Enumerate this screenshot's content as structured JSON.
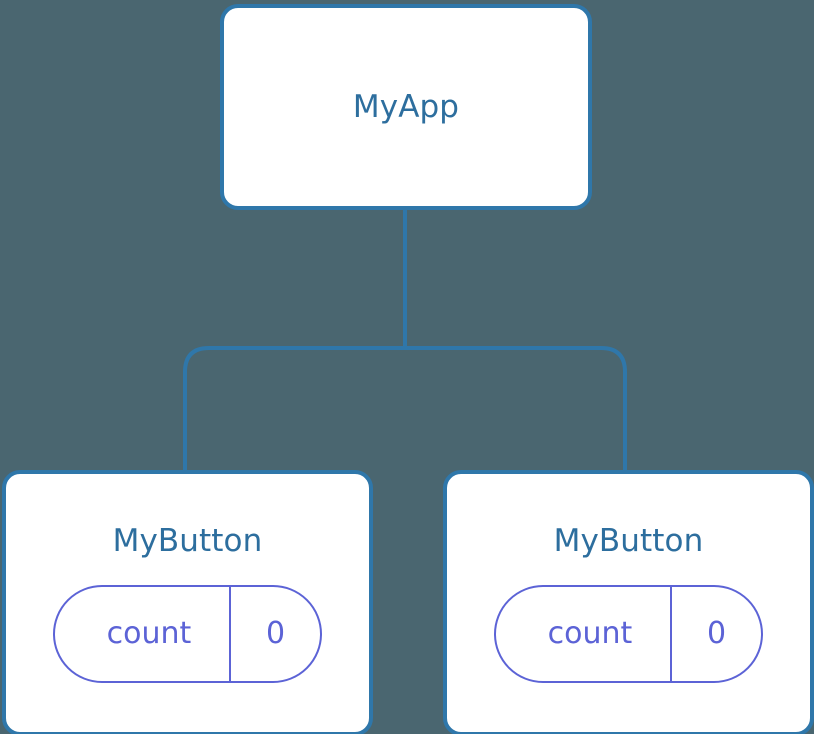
{
  "diagram": {
    "kind": "component-tree",
    "background_color": "#4a6670",
    "node_fill_color": "#ffffff",
    "node_border_color": "#2f77aa",
    "node_title_color": "#2d6e9e",
    "state_accent_color": "#5c63d6",
    "connector_color": "#2f77aa"
  },
  "root": {
    "title": "MyApp"
  },
  "children": [
    {
      "title": "MyButton",
      "state": {
        "key": "count",
        "value": "0"
      }
    },
    {
      "title": "MyButton",
      "state": {
        "key": "count",
        "value": "0"
      }
    }
  ]
}
